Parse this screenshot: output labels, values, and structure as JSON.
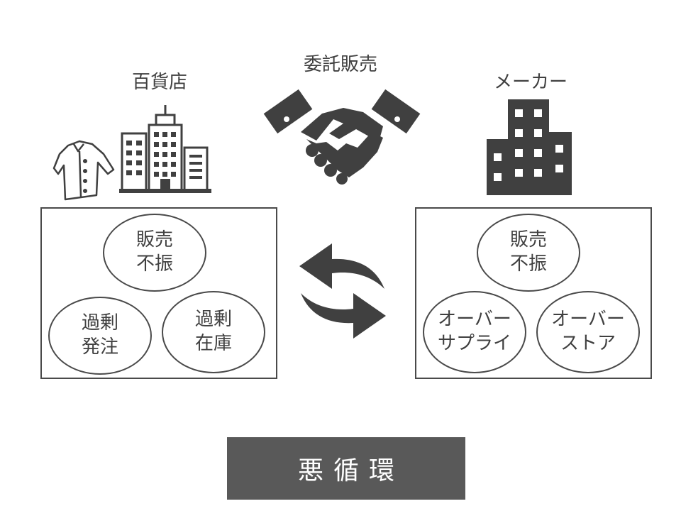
{
  "top": {
    "department_store_label": "百貨店",
    "consignment_label": "委託販売",
    "maker_label": "メーカー"
  },
  "left_panel": {
    "top_oval": [
      "販売",
      "不振"
    ],
    "bottom_left_oval": [
      "過剰",
      "発注"
    ],
    "bottom_right_oval": [
      "過剰",
      "在庫"
    ]
  },
  "right_panel": {
    "top_oval": [
      "販売",
      "不振"
    ],
    "bottom_left_oval": [
      "オーバー",
      "サプライ"
    ],
    "bottom_right_oval": [
      "オーバー",
      "ストア"
    ]
  },
  "banner": {
    "text": "悪循環"
  },
  "colors": {
    "icon_dark": "#404040",
    "banner_bg": "#595959",
    "banner_text": "#ffffff",
    "border": "#4a4a4a"
  }
}
